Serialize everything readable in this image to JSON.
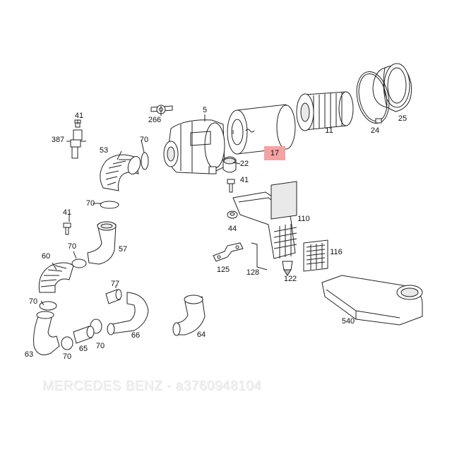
{
  "labels": [
    {
      "id": "41a",
      "text": "41"
    },
    {
      "id": "387",
      "text": "387"
    },
    {
      "id": "266",
      "text": "266"
    },
    {
      "id": "5",
      "text": "5"
    },
    {
      "id": "11",
      "text": "11"
    },
    {
      "id": "24",
      "text": "24"
    },
    {
      "id": "25",
      "text": "25"
    },
    {
      "id": "53",
      "text": "53"
    },
    {
      "id": "70a",
      "text": "70"
    },
    {
      "id": "22",
      "text": "22"
    },
    {
      "id": "41b",
      "text": "41"
    },
    {
      "id": "70b",
      "text": "70"
    },
    {
      "id": "41c",
      "text": "41"
    },
    {
      "id": "44",
      "text": "44"
    },
    {
      "id": "110",
      "text": "110"
    },
    {
      "id": "57",
      "text": "57"
    },
    {
      "id": "70c",
      "text": "70"
    },
    {
      "id": "60",
      "text": "60"
    },
    {
      "id": "116",
      "text": "116"
    },
    {
      "id": "125",
      "text": "125"
    },
    {
      "id": "128",
      "text": "128"
    },
    {
      "id": "122",
      "text": "122"
    },
    {
      "id": "77",
      "text": "77"
    },
    {
      "id": "70d",
      "text": "70"
    },
    {
      "id": "540",
      "text": "540"
    },
    {
      "id": "66",
      "text": "66"
    },
    {
      "id": "64",
      "text": "64"
    },
    {
      "id": "65",
      "text": "65"
    },
    {
      "id": "70e",
      "text": "70"
    },
    {
      "id": "63",
      "text": "63"
    },
    {
      "id": "70f",
      "text": "70"
    }
  ],
  "highlight": {
    "text": "17",
    "color": "#f4a3a3"
  },
  "watermark": "MERCEDES BENZ - a3760948104"
}
